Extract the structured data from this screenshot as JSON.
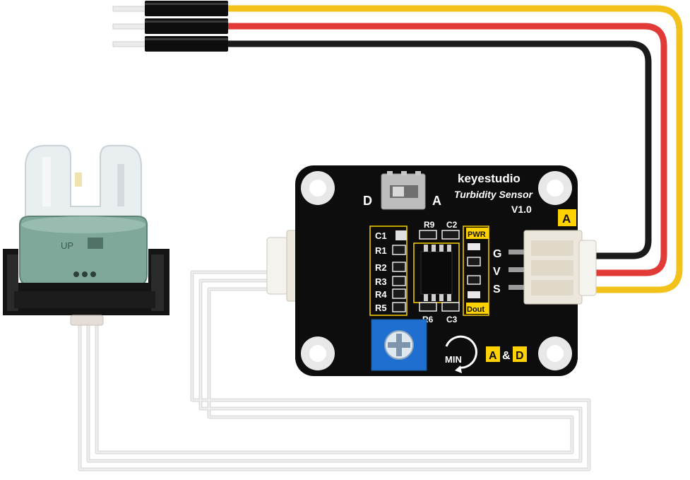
{
  "board": {
    "brand": "keyestudio",
    "product": "Turbidity Sensor",
    "version": "V1.0",
    "switch_left": "D",
    "switch_right": "A",
    "corner_tag": "A",
    "resistors": [
      "R1",
      "R2",
      "R3",
      "R4",
      "R5"
    ],
    "capacitor_1": "C1",
    "r9": "R9",
    "c2": "C2",
    "r6": "R6",
    "c3": "C3",
    "pwr_label": "PWR",
    "dout_label": "Dout",
    "pin_g": "G",
    "pin_v": "V",
    "pin_s": "S",
    "min_label": "MIN",
    "ad_a": "A",
    "ad_amp": "&",
    "ad_d": "D"
  },
  "probe": {
    "marking": "UP"
  },
  "colors": {
    "pcb": "#0d0d0d",
    "silkscreen_yellow": "#ffd200",
    "wire_yellow": "#f2c21a",
    "wire_red": "#e23a36",
    "wire_black": "#1a1a1a",
    "pot_blue": "#1e6fd0",
    "connector": "#ece7dc"
  }
}
